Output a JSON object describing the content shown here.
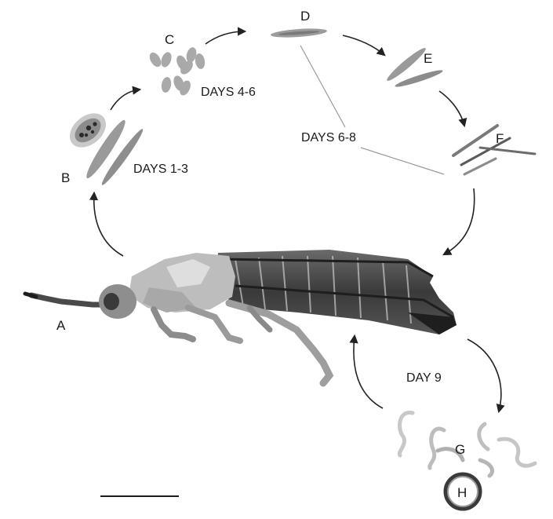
{
  "stages": {
    "a": "A",
    "b": "B",
    "c": "C",
    "d": "D",
    "e": "E",
    "f": "F",
    "g": "G",
    "h": "H"
  },
  "days": {
    "d1_3": "DAYS 1-3",
    "d4_6": "DAYS 4-6",
    "d6_8": "DAYS 6-8",
    "d9": "DAY 9"
  },
  "colors": {
    "arrow": "#222222",
    "organism": "#8a8a8a",
    "insect_dark": "#2e2e2e",
    "insect_light": "#bdbdbd"
  }
}
